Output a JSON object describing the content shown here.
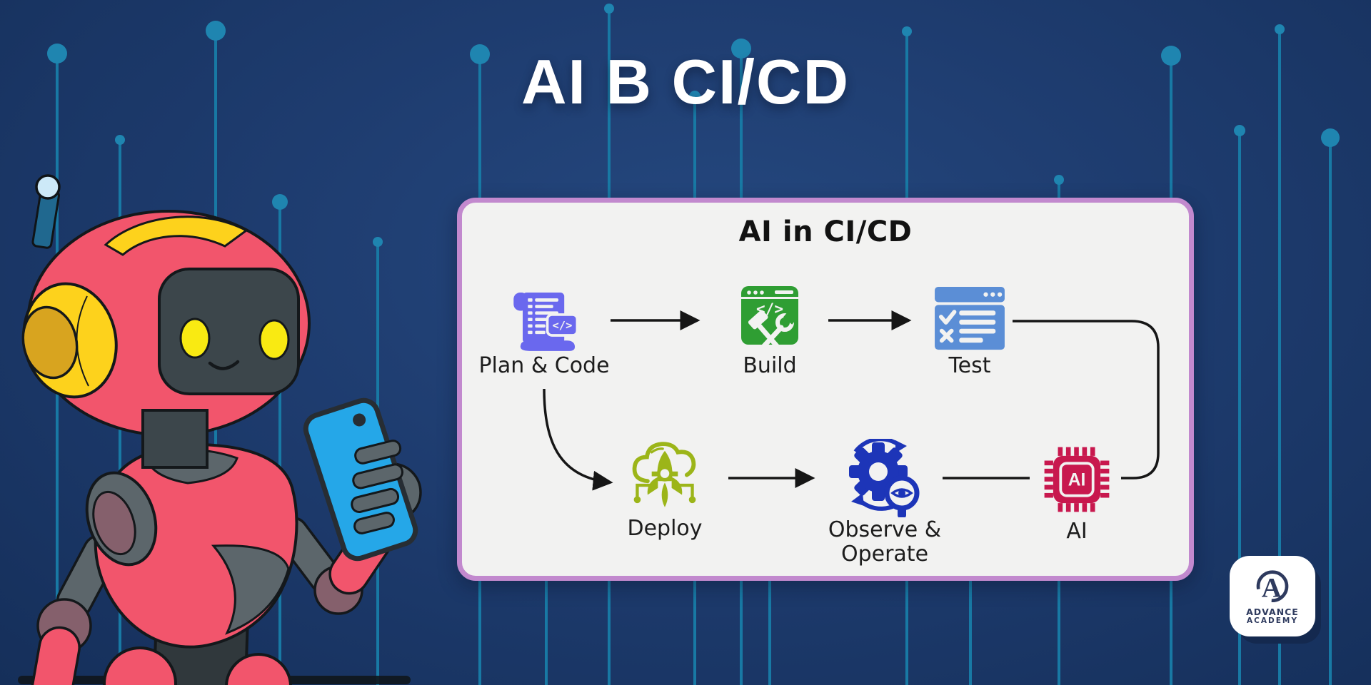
{
  "header": {
    "title": "AI B CI/CD"
  },
  "diagram": {
    "title": "AI in CI/CD",
    "nodes": [
      {
        "id": "plan-code",
        "label": "Plan & Code",
        "icon": "code-scroll-icon",
        "color": "#6a68ee"
      },
      {
        "id": "build",
        "label": "Build",
        "icon": "build-window-tools-icon",
        "color": "#2f9e33"
      },
      {
        "id": "test",
        "label": "Test",
        "icon": "test-checklist-window-icon",
        "color": "#5b8ed6"
      },
      {
        "id": "deploy",
        "label": "Deploy",
        "icon": "cloud-rocket-icon",
        "color": "#9cb519"
      },
      {
        "id": "observe-operate",
        "label": "Observe & Operate",
        "label_lines": [
          "Observe &",
          "Operate"
        ],
        "icon": "gear-magnifier-eye-icon",
        "color": "#1d35b8"
      },
      {
        "id": "ai",
        "label": "AI",
        "icon": "ai-chip-icon",
        "color": "#c8184e",
        "chip_text": "AI"
      }
    ],
    "edges": [
      {
        "from": "plan-code",
        "to": "build",
        "arrow": true
      },
      {
        "from": "build",
        "to": "test",
        "arrow": true
      },
      {
        "from": "test",
        "to": "ai",
        "arrow": false
      },
      {
        "from": "plan-code",
        "to": "deploy",
        "arrow": true
      },
      {
        "from": "deploy",
        "to": "observe-operate",
        "arrow": true
      },
      {
        "from": "observe-operate",
        "to": "ai",
        "arrow": false
      }
    ],
    "glyphs": {
      "code": "</>"
    }
  },
  "logo": {
    "monogram": "A",
    "line1": "ADVANCE",
    "line2": "ACADEMY"
  },
  "colors": {
    "background": "#1e3c6f",
    "circuit_line": "#1879a4",
    "panel_bg": "#f2f2f1",
    "panel_border": "#c289ce",
    "title_text": "#ffffff",
    "label_text": "#1d1d1d",
    "robot_body": "#f2556c",
    "robot_accent": "#fdd21c",
    "phone": "#25a7e8",
    "logo_navy": "#2e3a5e"
  }
}
